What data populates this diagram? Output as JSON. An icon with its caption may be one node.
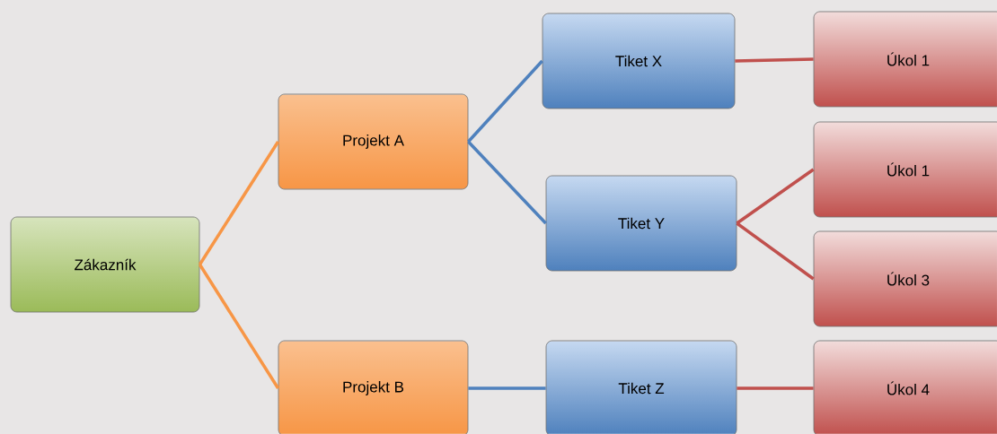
{
  "diagram": {
    "nodes": [
      {
        "text": [
          "Zákazník"
        ]
      },
      {
        "text": [
          "Projekt A"
        ]
      },
      {
        "text": [
          "Projekt B"
        ]
      },
      {
        "text": [
          "Tiket X"
        ]
      },
      {
        "text": [
          "Tiket Y"
        ]
      },
      {
        "text": [
          "Tiket Z"
        ]
      },
      {
        "text": [
          "Úkol 1"
        ]
      },
      {
        "text": [
          "Úkol 1"
        ]
      },
      {
        "text": [
          "Úkol 3"
        ]
      },
      {
        "text": [
          "Úkol 4"
        ]
      }
    ],
    "edges": [
      {
        "from": 0,
        "to": 1,
        "arrow": "none",
        "color": "#f79646"
      },
      {
        "from": 0,
        "to": 2,
        "arrow": "none",
        "color": "#f79646"
      },
      {
        "from": 1,
        "to": 3,
        "arrow": "none",
        "color": "#4f81bd"
      },
      {
        "from": 1,
        "to": 4,
        "arrow": "none",
        "color": "#4f81bd"
      },
      {
        "from": 2,
        "to": 5,
        "arrow": "none",
        "color": "#4f81bd"
      },
      {
        "from": 3,
        "to": 6,
        "arrow": "none",
        "color": "#c0504d"
      },
      {
        "from": 4,
        "to": 7,
        "arrow": "none",
        "color": "#c0504d"
      },
      {
        "from": 4,
        "to": 8,
        "arrow": "none",
        "color": "#c0504d"
      },
      {
        "from": 5,
        "to": 9,
        "arrow": "none",
        "color": "#c0504d"
      }
    ]
  }
}
